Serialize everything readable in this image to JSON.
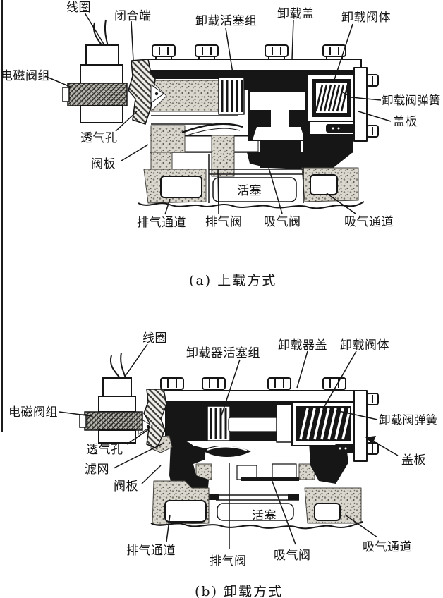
{
  "colors": {
    "ink": "#161616",
    "paper": "#ffffff"
  },
  "figure_a": {
    "caption": "(a) 上载方式",
    "labels": {
      "coil": "线圈",
      "closed_end": "闭合端",
      "unloading_piston_group": "卸载活塞组",
      "unloading_cover": "卸载盖",
      "unloading_valve_body": "卸载阀体",
      "solenoid_valve_group": "电磁阀组",
      "unloading_valve_spring": "卸载阀弹簧",
      "cover_plate": "盖板",
      "vent_hole": "透气孔",
      "valve_plate": "阀板",
      "piston": "活塞",
      "exhaust_passage": "排气通道",
      "exhaust_valve": "排气阀",
      "suction_valve": "吸气阀",
      "suction_passage": "吸气通道"
    }
  },
  "figure_b": {
    "caption": "(b) 卸载方式",
    "labels": {
      "coil": "线圈",
      "unloader_piston_group": "卸载器活塞组",
      "unloader_cover": "卸载器盖",
      "unloading_valve_body": "卸载阀体",
      "solenoid_valve_group": "电磁阀组",
      "unloading_valve_spring": "卸载阀弹簧",
      "vent_hole": "透气孔",
      "filter_screen": "滤网",
      "valve_plate": "阀板",
      "cover_plate": "盖板",
      "piston": "活塞",
      "exhaust_passage": "排气通道",
      "exhaust_valve": "排气阀",
      "suction_valve": "吸气阀",
      "suction_passage": "吸气通道"
    }
  }
}
